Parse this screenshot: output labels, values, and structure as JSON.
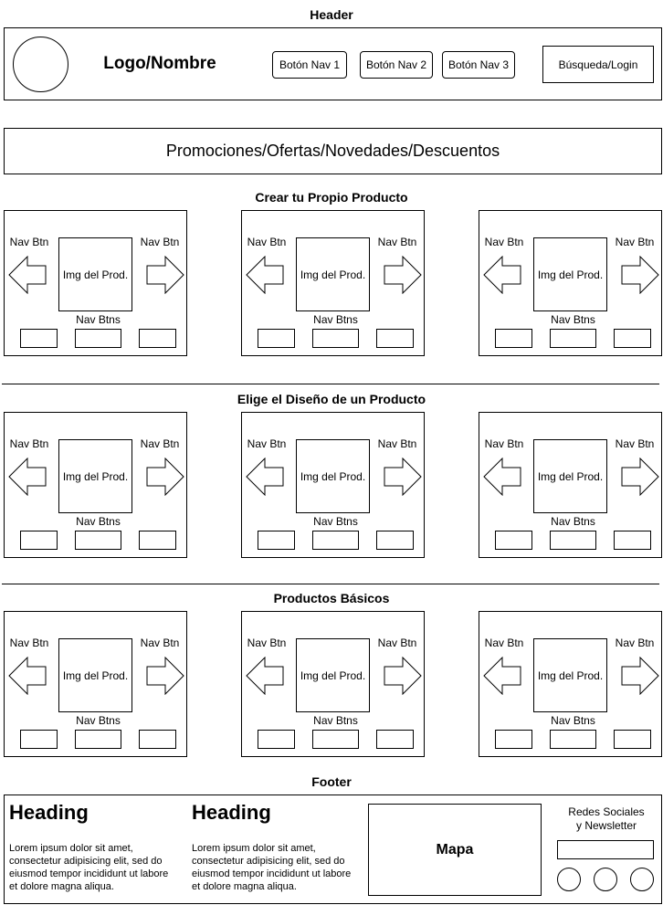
{
  "header": {
    "title": "Header",
    "logo": "Logo/Nombre",
    "nav_buttons": [
      "Botón Nav 1",
      "Botón Nav 2",
      "Botón Nav 3"
    ],
    "search_login": "Búsqueda/Login"
  },
  "promo_banner": "Promociones/Ofertas/Novedades/Descuentos",
  "sections": [
    {
      "title": "Crear tu Propio Producto",
      "cards": [
        {
          "nav_left": "Nav Btn",
          "nav_right": "Nav Btn",
          "image": "Img del Prod.",
          "nav_btns": "Nav Btns"
        },
        {
          "nav_left": "Nav Btn",
          "nav_right": "Nav Btn",
          "image": "Img del Prod.",
          "nav_btns": "Nav Btns"
        },
        {
          "nav_left": "Nav Btn",
          "nav_right": "Nav Btn",
          "image": "Img del Prod.",
          "nav_btns": "Nav Btns"
        }
      ]
    },
    {
      "title": "Elige el Diseño de un Producto",
      "cards": [
        {
          "nav_left": "Nav Btn",
          "nav_right": "Nav Btn",
          "image": "Img del Prod.",
          "nav_btns": "Nav Btns"
        },
        {
          "nav_left": "Nav Btn",
          "nav_right": "Nav Btn",
          "image": "Img del Prod.",
          "nav_btns": "Nav Btns"
        },
        {
          "nav_left": "Nav Btn",
          "nav_right": "Nav Btn",
          "image": "Img del Prod.",
          "nav_btns": "Nav Btns"
        }
      ]
    },
    {
      "title": "Productos Básicos",
      "cards": [
        {
          "nav_left": "Nav Btn",
          "nav_right": "Nav Btn",
          "image": "Img del Prod.",
          "nav_btns": "Nav Btns"
        },
        {
          "nav_left": "Nav Btn",
          "nav_right": "Nav Btn",
          "image": "Img del Prod.",
          "nav_btns": "Nav Btns"
        },
        {
          "nav_left": "Nav Btn",
          "nav_right": "Nav Btn",
          "image": "Img del Prod.",
          "nav_btns": "Nav Btns"
        }
      ]
    }
  ],
  "footer": {
    "title": "Footer",
    "columns": [
      {
        "heading": "Heading",
        "text": "Lorem ipsum dolor sit amet, consectetur adipisicing elit, sed do eiusmod tempor incididunt ut labore et dolore magna aliqua."
      },
      {
        "heading": "Heading",
        "text": "Lorem ipsum dolor sit amet, consectetur adipisicing elit, sed do eiusmod tempor incididunt ut labore et dolore magna aliqua."
      }
    ],
    "map": "Mapa",
    "social": "Redes Sociales y Newsletter"
  }
}
